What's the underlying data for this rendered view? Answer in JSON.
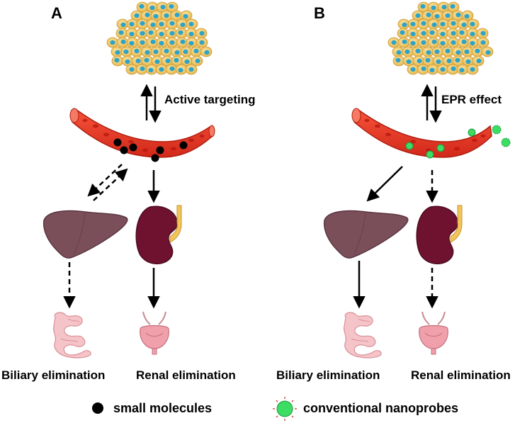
{
  "panels": [
    {
      "letter": "A",
      "targeting_label": "Active targeting",
      "biliary_label": "Biliary elimination",
      "renal_label": "Renal elimination"
    },
    {
      "letter": "B",
      "targeting_label": "EPR effect",
      "biliary_label": "Biliary elimination",
      "renal_label": "Renal elimination"
    }
  ],
  "legend": {
    "small_molecules": "small molecules",
    "nanoprobes": "conventional nanoprobes"
  },
  "colors": {
    "cell_body": "#f6cf6b",
    "cell_outline": "#c79a3a",
    "cell_nucleus": "#2ea3c8",
    "vessel": "#e8321f",
    "vessel_inner": "#f26b4f",
    "rbc": "#c81e10",
    "liver": "#7b4f5a",
    "kidney": "#6e1230",
    "ureter": "#f2c45a",
    "intestine": "#f5c4c8",
    "bladder": "#f0a0aa",
    "small_molecule": "#000000",
    "nanoprobe": "#3ddc63"
  }
}
